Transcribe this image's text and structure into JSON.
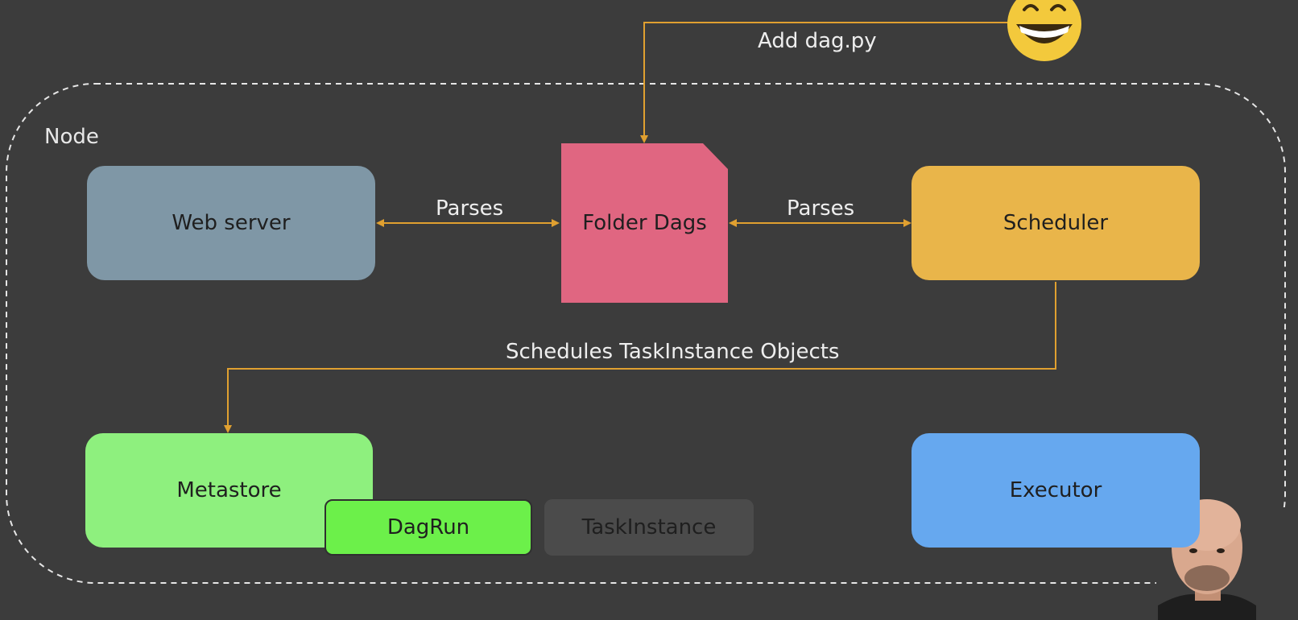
{
  "diagram": {
    "container_label": "Node",
    "nodes": {
      "web_server": "Web server",
      "folder_dags": "Folder Dags",
      "scheduler": "Scheduler",
      "metastore": "Metastore",
      "dagrun": "DagRun",
      "taskinstance": "TaskInstance",
      "executor": "Executor"
    },
    "edges": {
      "add_dag": "Add dag.py",
      "parses_left": "Parses",
      "parses_right": "Parses",
      "schedules": "Schedules TaskInstance Objects"
    },
    "colors": {
      "background": "#3c3c3c",
      "arrow": "#e0a030",
      "web_server": "#7f97a6",
      "folder_dags": "#e06681",
      "scheduler": "#e9b54a",
      "metastore": "#8ef07e",
      "dagrun": "#6cf04a",
      "taskinstance": "#4b4b4b",
      "executor": "#66a8ef",
      "smiley": "#f3c93c"
    },
    "icons": [
      "grinning-face-icon",
      "presenter-webcam"
    ]
  }
}
